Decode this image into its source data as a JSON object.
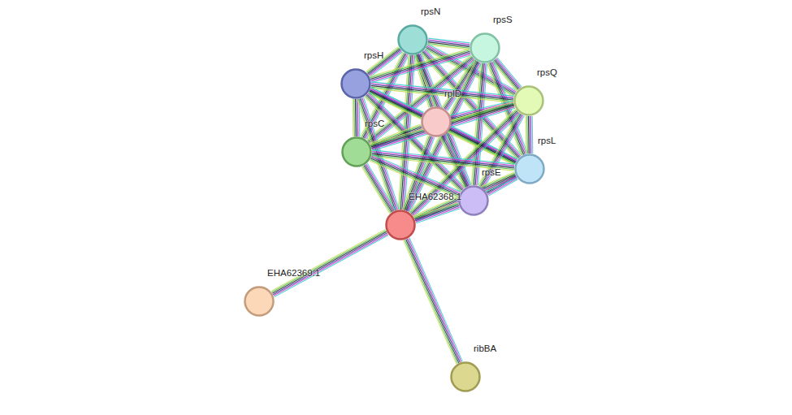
{
  "diagram": {
    "nodes": [
      {
        "text": [
          "rpsN"
        ]
      },
      {
        "text": [
          "rpsS"
        ]
      },
      {
        "text": [
          "rpsH"
        ]
      },
      {
        "text": [
          "rplD"
        ]
      },
      {
        "text": [
          "rpsQ"
        ]
      },
      {
        "text": [
          "rpsC"
        ]
      },
      {
        "text": [
          "rpsL"
        ]
      },
      {
        "text": [
          "rpsE"
        ]
      },
      {
        "text": [
          "EHA62368.1"
        ]
      },
      {
        "text": [
          "EHA62369.1"
        ]
      },
      {
        "text": [
          "ribBA"
        ]
      }
    ],
    "edges": [
      {
        "from": 0,
        "to": 1,
        "arrow": "none"
      },
      {
        "from": 0,
        "to": 2,
        "arrow": "none"
      },
      {
        "from": 0,
        "to": 3,
        "arrow": "none"
      },
      {
        "from": 0,
        "to": 4,
        "arrow": "none"
      },
      {
        "from": 0,
        "to": 5,
        "arrow": "none"
      },
      {
        "from": 0,
        "to": 6,
        "arrow": "none"
      },
      {
        "from": 0,
        "to": 7,
        "arrow": "none"
      },
      {
        "from": 0,
        "to": 8,
        "arrow": "none"
      },
      {
        "from": 1,
        "to": 2,
        "arrow": "none"
      },
      {
        "from": 1,
        "to": 3,
        "arrow": "none"
      },
      {
        "from": 1,
        "to": 4,
        "arrow": "none"
      },
      {
        "from": 1,
        "to": 5,
        "arrow": "none"
      },
      {
        "from": 1,
        "to": 6,
        "arrow": "none"
      },
      {
        "from": 1,
        "to": 7,
        "arrow": "none"
      },
      {
        "from": 1,
        "to": 8,
        "arrow": "none"
      },
      {
        "from": 2,
        "to": 3,
        "arrow": "none"
      },
      {
        "from": 2,
        "to": 4,
        "arrow": "none"
      },
      {
        "from": 2,
        "to": 5,
        "arrow": "none"
      },
      {
        "from": 2,
        "to": 6,
        "arrow": "none"
      },
      {
        "from": 2,
        "to": 7,
        "arrow": "none"
      },
      {
        "from": 2,
        "to": 8,
        "arrow": "none"
      },
      {
        "from": 3,
        "to": 4,
        "arrow": "none"
      },
      {
        "from": 3,
        "to": 5,
        "arrow": "none"
      },
      {
        "from": 3,
        "to": 6,
        "arrow": "none"
      },
      {
        "from": 3,
        "to": 7,
        "arrow": "none"
      },
      {
        "from": 3,
        "to": 8,
        "arrow": "none"
      },
      {
        "from": 4,
        "to": 5,
        "arrow": "none"
      },
      {
        "from": 4,
        "to": 6,
        "arrow": "none"
      },
      {
        "from": 4,
        "to": 7,
        "arrow": "none"
      },
      {
        "from": 4,
        "to": 8,
        "arrow": "none"
      },
      {
        "from": 5,
        "to": 6,
        "arrow": "none"
      },
      {
        "from": 5,
        "to": 7,
        "arrow": "none"
      },
      {
        "from": 5,
        "to": 8,
        "arrow": "none"
      },
      {
        "from": 6,
        "to": 7,
        "arrow": "none"
      },
      {
        "from": 6,
        "to": 8,
        "arrow": "none"
      },
      {
        "from": 7,
        "to": 8,
        "arrow": "none"
      },
      {
        "from": 8,
        "to": 9,
        "arrow": "none"
      },
      {
        "from": 8,
        "to": 10,
        "arrow": "none"
      }
    ]
  }
}
